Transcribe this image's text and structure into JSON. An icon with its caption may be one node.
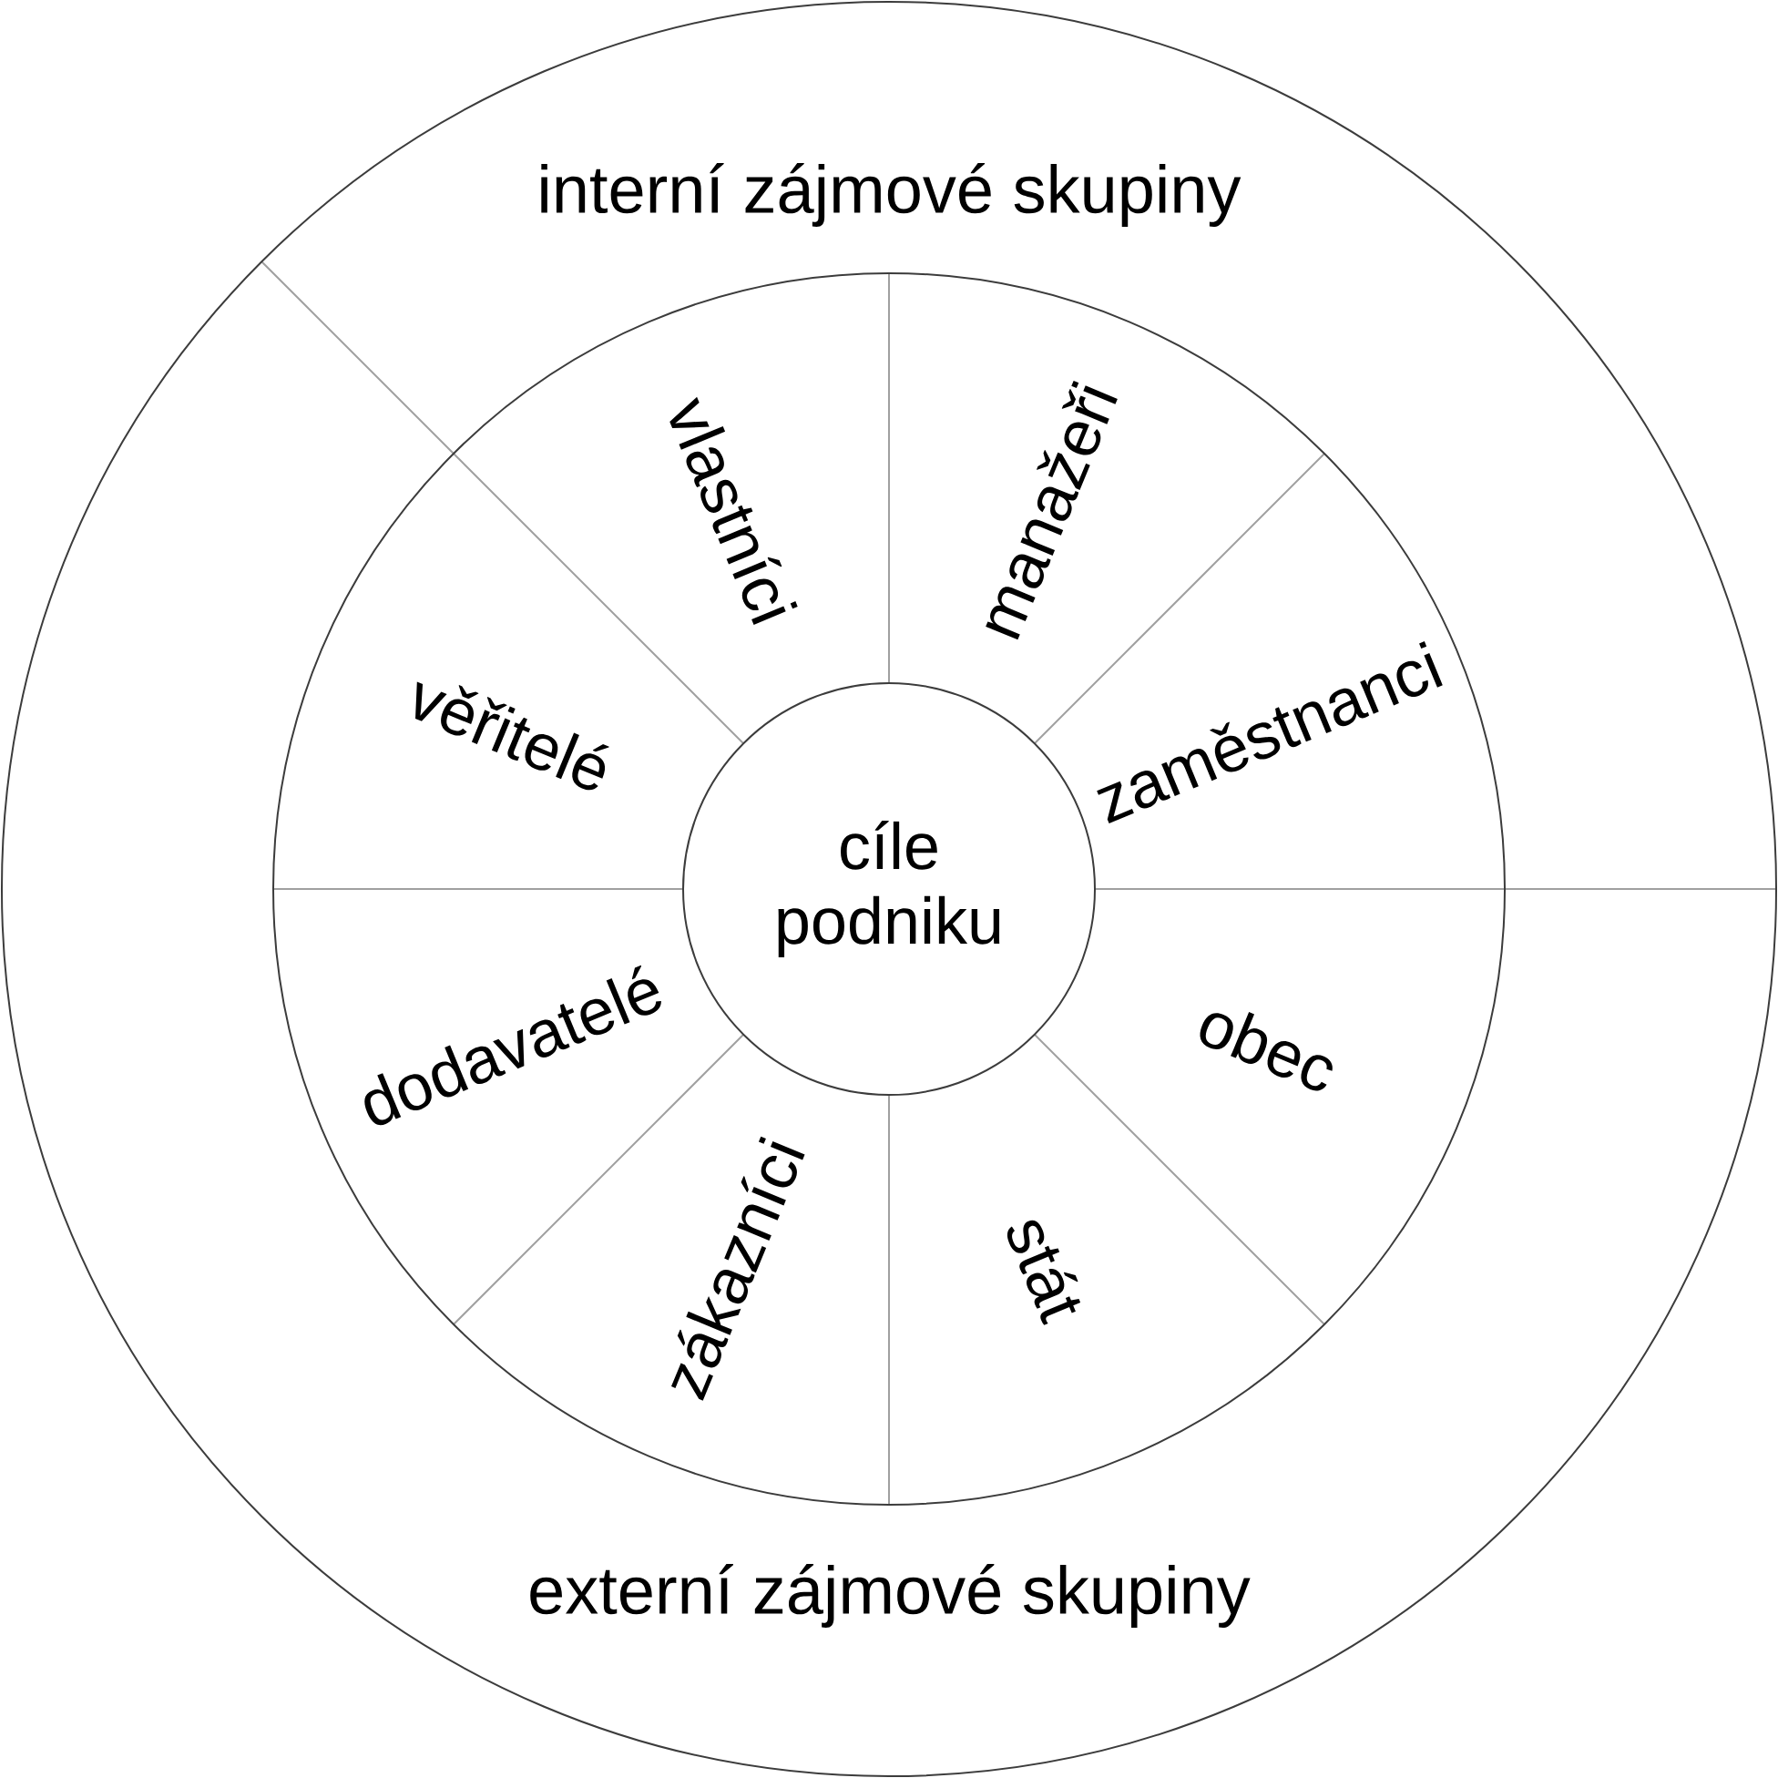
{
  "diagram": {
    "nodes": [
      {
        "text": [
          "interní zájmové skupiny"
        ]
      },
      {
        "text": [
          "vlastníci"
        ]
      },
      {
        "text": [
          "manažeři"
        ]
      },
      {
        "text": [
          "věřitelé"
        ]
      },
      {
        "text": [
          "zaměstnanci"
        ]
      },
      {
        "text": [
          "cíle podniku"
        ]
      },
      {
        "text": [
          "dodavatelé"
        ]
      },
      {
        "text": [
          "obec"
        ]
      },
      {
        "text": [
          "zákazníci"
        ]
      },
      {
        "text": [
          "stát"
        ]
      },
      {
        "text": [
          "externí zájmové skupiny"
        ]
      }
    ]
  }
}
